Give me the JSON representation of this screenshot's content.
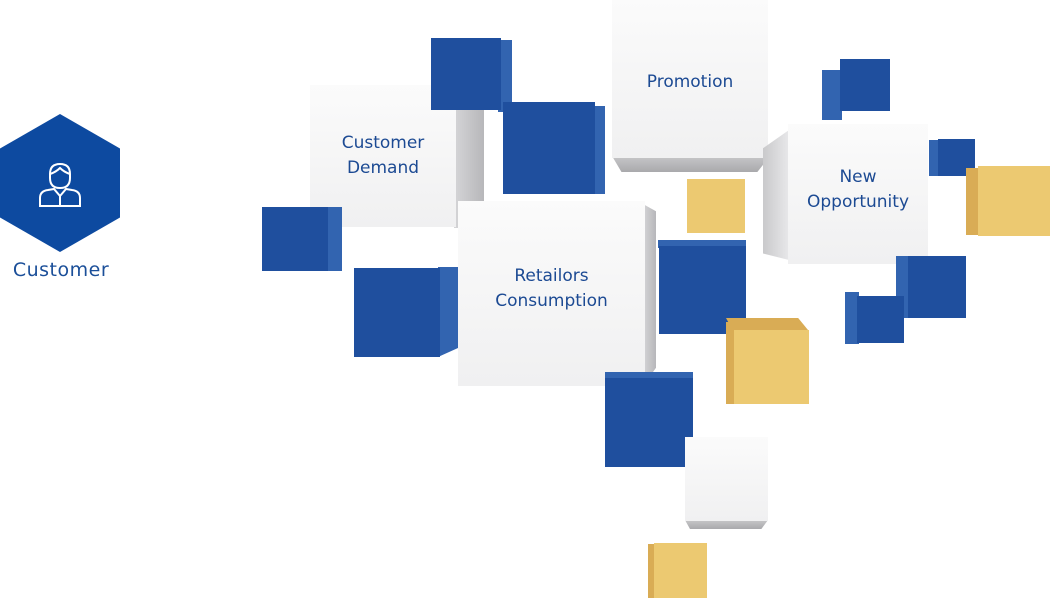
{
  "badge": {
    "icon": "person-icon",
    "label": "Customer",
    "color": "#0d4aa0"
  },
  "blocks": {
    "customer_demand": {
      "line1": "Customer",
      "line2": "Demand"
    },
    "promotion": {
      "line1": "Promotion"
    },
    "new_opportunity": {
      "line1": "New",
      "line2": "Opportunity"
    },
    "retailors_consumption": {
      "line1": "Retailors",
      "line2": "Consumption"
    }
  },
  "colors": {
    "blue": "#1f4f9e",
    "gold": "#ecc971",
    "text": "#1c4a93"
  }
}
